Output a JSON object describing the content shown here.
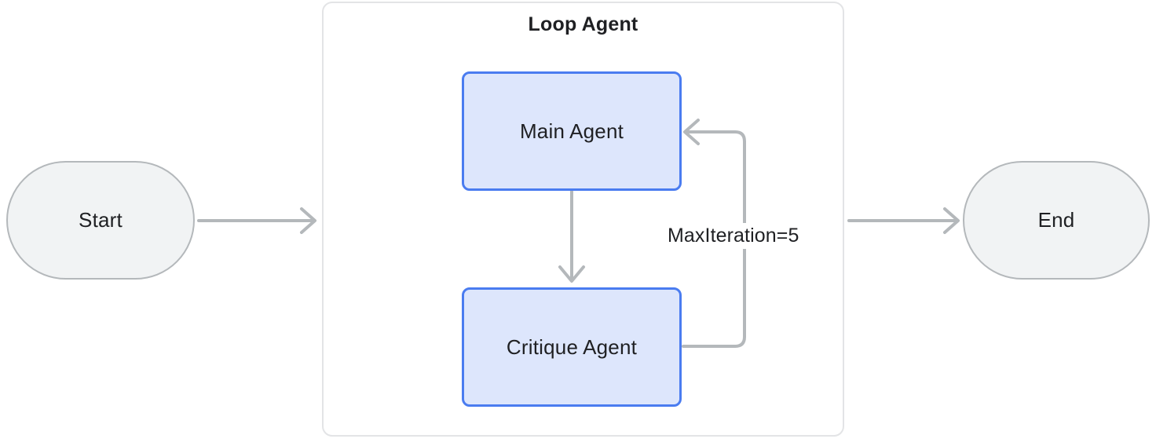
{
  "diagram": {
    "type": "flowchart",
    "title": "Loop Agent",
    "background_color": "#ffffff",
    "nodes": [
      {
        "id": "start",
        "label": "Start",
        "shape": "stadium",
        "fill_color": "#f1f3f4",
        "border_color": "#b4b8bb",
        "text_color": "#1f2023"
      },
      {
        "id": "main-agent",
        "label": "Main Agent",
        "shape": "rounded-rect",
        "fill_color": "#dde6fc",
        "border_color": "#4a7cf0",
        "text_color": "#1f2023"
      },
      {
        "id": "critique-agent",
        "label": "Critique Agent",
        "shape": "rounded-rect",
        "fill_color": "#dde6fc",
        "border_color": "#4a7cf0",
        "text_color": "#1f2023"
      },
      {
        "id": "end",
        "label": "End",
        "shape": "stadium",
        "fill_color": "#f1f3f4",
        "border_color": "#b4b8bb",
        "text_color": "#1f2023"
      }
    ],
    "container": {
      "id": "loop-agent",
      "title": "Loop Agent",
      "fill_color": "#ffffff",
      "border_color": "#e3e4e6"
    },
    "edges": [
      {
        "id": "start-to-loop",
        "from": "start",
        "to": "loop-agent",
        "label": "",
        "color": "#b4b8bb"
      },
      {
        "id": "main-to-critique",
        "from": "main-agent",
        "to": "critique-agent",
        "label": "",
        "color": "#b4b8bb"
      },
      {
        "id": "critique-to-main-loopback",
        "from": "critique-agent",
        "to": "main-agent",
        "label": "MaxIteration=5",
        "color": "#b4b8bb"
      },
      {
        "id": "loop-to-end",
        "from": "loop-agent",
        "to": "end",
        "label": "",
        "color": "#b4b8bb"
      }
    ],
    "edge_label": "MaxIteration=5"
  }
}
